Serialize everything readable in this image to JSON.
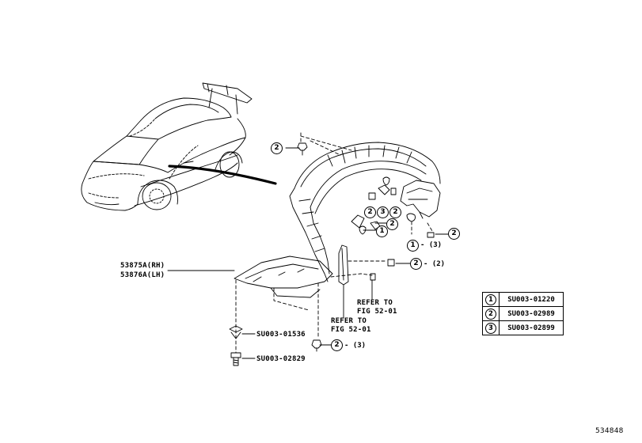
{
  "part_labels": {
    "rh": "53875A(RH)",
    "lh": "53876A(LH)"
  },
  "callouts": {
    "c_top_left": "2",
    "c_row_a": "2",
    "c_row_b": "3",
    "c_row_c": "2",
    "c_mid_2": "2",
    "c_mid_1": "1",
    "c_right_1": "1",
    "c_right_2": "2",
    "c_lower_2": "2",
    "c_bottom_2": "2",
    "suffix_right_1": "- (3)",
    "suffix_lower_2": "- (2)",
    "suffix_bottom_2": "- (3)"
  },
  "refer_notes": {
    "a_line1": "REFER TO",
    "a_line2": "FIG 52-01",
    "b_line1": "REFER TO",
    "b_line2": "FIG 52-01"
  },
  "fastener_codes": {
    "clip": "SU003-01536",
    "screw": "SU003-02829"
  },
  "legend": [
    {
      "num": "1",
      "code": "SU003-01220"
    },
    {
      "num": "2",
      "code": "SU003-02989"
    },
    {
      "num": "3",
      "code": "SU003-02899"
    }
  ],
  "figure_id": "534848"
}
